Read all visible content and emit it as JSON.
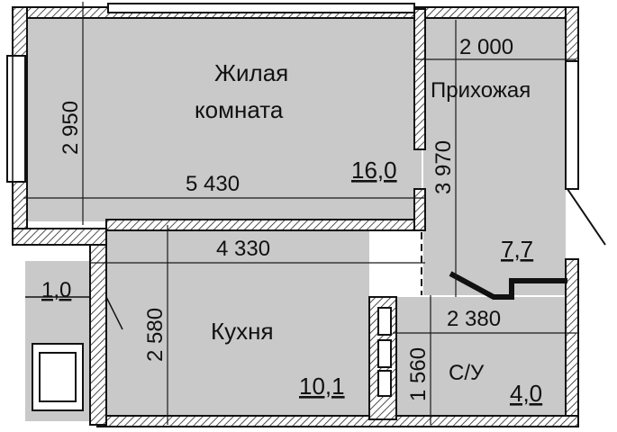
{
  "colors": {
    "floor": "#c9c9c9",
    "wall": "#111111",
    "background": "#ffffff"
  },
  "rooms": {
    "living_name_line1": "Жилая",
    "living_name_line2": "комната",
    "living_area": "16,0",
    "hall_name": "Прихожая",
    "hall_area": "7,7",
    "kitchen_name": "Кухня",
    "kitchen_area": "10,1",
    "bath_name": "С/У",
    "bath_area": "4,0",
    "balcony_area": "1,0"
  },
  "dimensions": {
    "living_width": "5 430",
    "living_height": "2 950",
    "hall_width": "2 000",
    "hall_height": "3 970",
    "kitchen_width": "4 330",
    "kitchen_height": "2 580",
    "bath_width": "2 380",
    "bath_height": "1 560"
  }
}
